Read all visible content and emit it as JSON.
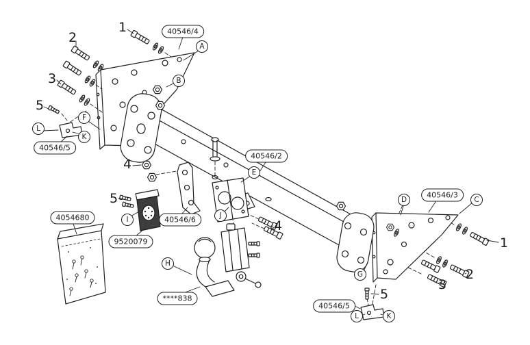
{
  "diagram": {
    "kind": "exploded-parts-diagram",
    "colors": {
      "background": "#ffffff",
      "line": "#1f1f1f",
      "socket_fill": "#3d3d3d"
    }
  },
  "part_ovals": [
    {
      "text": "40546/4"
    },
    {
      "text": "40546/5"
    },
    {
      "text": "40546/2"
    },
    {
      "text": "40546/6"
    },
    {
      "text": "4054680"
    },
    {
      "text": "9520079"
    },
    {
      "text": "****838"
    },
    {
      "text": "40546/3"
    },
    {
      "text": "40546/5"
    }
  ],
  "letter_callouts": [
    {
      "letter": "A"
    },
    {
      "letter": "B"
    },
    {
      "letter": "E"
    },
    {
      "letter": "F"
    },
    {
      "letter": "L"
    },
    {
      "letter": "K"
    },
    {
      "letter": "I"
    },
    {
      "letter": "J"
    },
    {
      "letter": "D"
    },
    {
      "letter": "C"
    },
    {
      "letter": "G"
    },
    {
      "letter": "H"
    },
    {
      "letter": "L"
    },
    {
      "letter": "K"
    }
  ],
  "number_callouts": [
    {
      "number": "1"
    },
    {
      "number": "2"
    },
    {
      "number": "3"
    },
    {
      "number": "5"
    },
    {
      "number": "4"
    },
    {
      "number": "5"
    },
    {
      "number": "4"
    },
    {
      "number": "1"
    },
    {
      "number": "2"
    },
    {
      "number": "3"
    },
    {
      "number": "5"
    }
  ]
}
